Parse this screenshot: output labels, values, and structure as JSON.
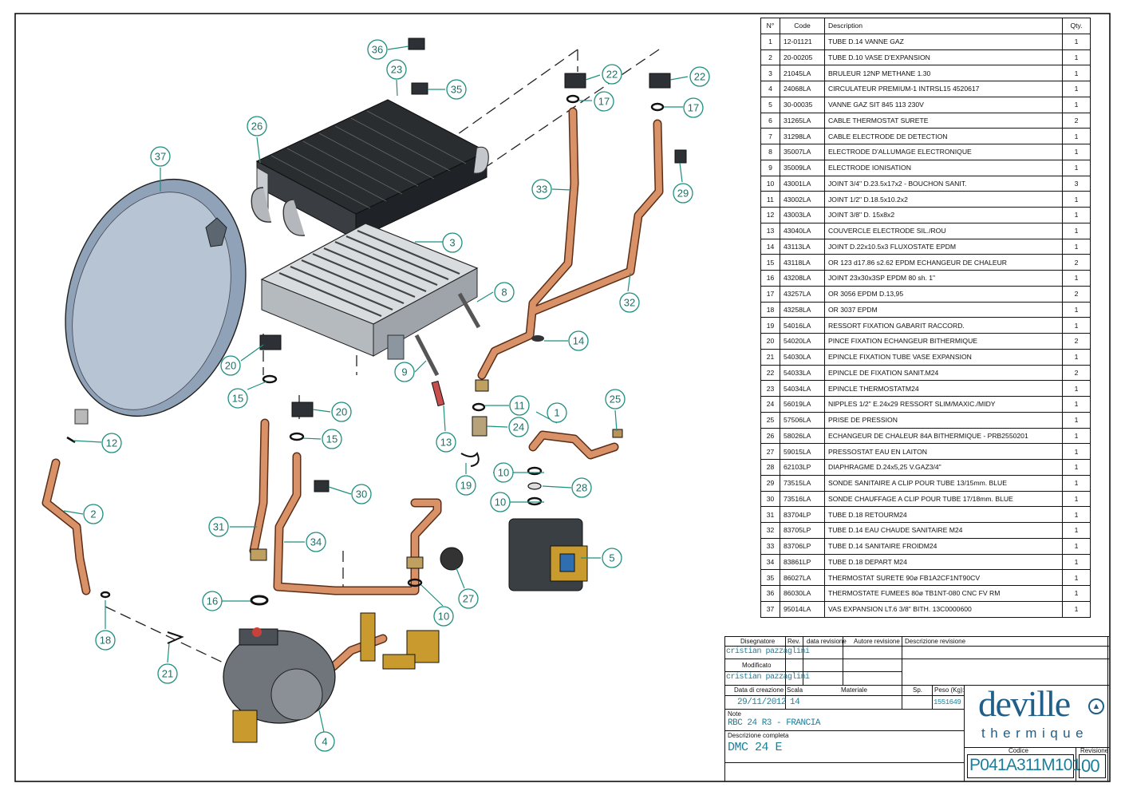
{
  "parts_table": {
    "headers": {
      "no": "N°",
      "code": "Code",
      "description": "Description",
      "qty": "Qty."
    },
    "rows": [
      {
        "no": "1",
        "code": "12-01121",
        "description": "TUBE D.14 VANNE GAZ",
        "qty": "1"
      },
      {
        "no": "2",
        "code": "20-00205",
        "description": "TUBE D.10 VASE D'EXPANSION",
        "qty": "1"
      },
      {
        "no": "3",
        "code": "21045LA",
        "description": "BRULEUR 12NP METHANE 1.30",
        "qty": "1"
      },
      {
        "no": "4",
        "code": "24068LA",
        "description": "CIRCULATEUR PREMIUM-1 INTRSL15 4520617",
        "qty": "1"
      },
      {
        "no": "5",
        "code": "30-00035",
        "description": "VANNE GAZ SIT 845 113 230V",
        "qty": "1"
      },
      {
        "no": "6",
        "code": "31265LA",
        "description": "CABLE THERMOSTAT SURETE",
        "qty": "2"
      },
      {
        "no": "7",
        "code": "31298LA",
        "description": "CABLE ELECTRODE DE DETECTION",
        "qty": "1"
      },
      {
        "no": "8",
        "code": "35007LA",
        "description": "ELECTRODE D'ALLUMAGE ELECTRONIQUE",
        "qty": "1"
      },
      {
        "no": "9",
        "code": "35009LA",
        "description": "ELECTRODE IONISATION",
        "qty": "1"
      },
      {
        "no": "10",
        "code": "43001LA",
        "description": "JOINT 3/4\" D.23.5x17x2 - BOUCHON SANIT.",
        "qty": "3"
      },
      {
        "no": "11",
        "code": "43002LA",
        "description": "JOINT 1/2\" D.18.5x10.2x2",
        "qty": "1"
      },
      {
        "no": "12",
        "code": "43003LA",
        "description": "JOINT 3/8\" D. 15x8x2",
        "qty": "1"
      },
      {
        "no": "13",
        "code": "43040LA",
        "description": "COUVERCLE ELECTRODE SIL./ROU",
        "qty": "1"
      },
      {
        "no": "14",
        "code": "43113LA",
        "description": "JOINT D.22x10.5x3 FLUXOSTATE EPDM",
        "qty": "1"
      },
      {
        "no": "15",
        "code": "43118LA",
        "description": "OR 123 d17.86 s2.62 EPDM ECHANGEUR DE CHALEUR",
        "qty": "2"
      },
      {
        "no": "16",
        "code": "43208LA",
        "description": "JOINT 23x30x3SP EPDM 80 sh. 1\"",
        "qty": "1"
      },
      {
        "no": "17",
        "code": "43257LA",
        "description": "OR 3056 EPDM D.13,95",
        "qty": "2"
      },
      {
        "no": "18",
        "code": "43258LA",
        "description": "OR 3037 EPDM",
        "qty": "1"
      },
      {
        "no": "19",
        "code": "54016LA",
        "description": "RESSORT FIXATION GABARIT RACCORD.",
        "qty": "1"
      },
      {
        "no": "20",
        "code": "54020LA",
        "description": "PINCE FIXATION ECHANGEUR BITHERMIQUE",
        "qty": "2"
      },
      {
        "no": "21",
        "code": "54030LA",
        "description": "EPINCLE FIXATION TUBE VASE EXPANSION",
        "qty": "1"
      },
      {
        "no": "22",
        "code": "54033LA",
        "description": "EPINCLE DE FIXATION SANIT.M24",
        "qty": "2"
      },
      {
        "no": "23",
        "code": "54034LA",
        "description": "EPINCLE THERMOSTATM24",
        "qty": "1"
      },
      {
        "no": "24",
        "code": "56019LA",
        "description": "NIPPLES 1/2\" E.24x29 RESSORT SLIM/MAXIC./MIDY",
        "qty": "1"
      },
      {
        "no": "25",
        "code": "57506LA",
        "description": "PRISE DE PRESSION",
        "qty": "1"
      },
      {
        "no": "26",
        "code": "58026LA",
        "description": "ECHANGEUR DE CHALEUR 84A BITHERMIQUE  - PRB2550201",
        "qty": "1"
      },
      {
        "no": "27",
        "code": "59015LA",
        "description": "PRESSOSTAT EAU EN LAITON",
        "qty": "1"
      },
      {
        "no": "28",
        "code": "62103LP",
        "description": "DIAPHRAGME D.24x5,25 V.GAZ3/4\"",
        "qty": "1"
      },
      {
        "no": "29",
        "code": "73515LA",
        "description": "SONDE SANITAIRE A CLIP POUR TUBE 13/15mm. BLUE",
        "qty": "1"
      },
      {
        "no": "30",
        "code": "73516LA",
        "description": "SONDE CHAUFFAGE A CLIP POUR TUBE 17/18mm. BLUE",
        "qty": "1"
      },
      {
        "no": "31",
        "code": "83704LP",
        "description": "TUBE D.18 RETOURM24",
        "qty": "1"
      },
      {
        "no": "32",
        "code": "83705LP",
        "description": "TUBE D.14 EAU CHAUDE SANITAIRE M24",
        "qty": "1"
      },
      {
        "no": "33",
        "code": "83706LP",
        "description": "TUBE D.14 SANITAIRE FROIDM24",
        "qty": "1"
      },
      {
        "no": "34",
        "code": "83861LP",
        "description": "TUBE D.18 DEPART M24",
        "qty": "1"
      },
      {
        "no": "35",
        "code": "86027LA",
        "description": "THERMOSTAT SURETE 90ø FB1A2CF1NT90CV",
        "qty": "1"
      },
      {
        "no": "36",
        "code": "86030LA",
        "description": "THERMOSTATE FUMEES 80ø TB1NT-080 CNC FV RM",
        "qty": "1"
      },
      {
        "no": "37",
        "code": "95014LA",
        "description": "VAS EXPANSION LT.6 3/8\" BITH. 13C0000600",
        "qty": "1"
      }
    ]
  },
  "callouts": [
    "1",
    "2",
    "3",
    "4",
    "5",
    "8",
    "9",
    "10",
    "10",
    "10",
    "11",
    "12",
    "13",
    "14",
    "15",
    "15",
    "16",
    "17",
    "17",
    "18",
    "19",
    "20",
    "20",
    "21",
    "22",
    "22",
    "23",
    "24",
    "25",
    "26",
    "27",
    "28",
    "29",
    "30",
    "31",
    "32",
    "33",
    "34",
    "35",
    "36",
    "37"
  ],
  "title_block": {
    "labels": {
      "designer": "Disegnatore",
      "rev": "Rev.",
      "rev_date": "data revisione",
      "rev_author": "Autore revisione",
      "rev_description": "Descrizione revisione",
      "modified": "Modificato",
      "creation_date": "Data di creazione",
      "scale": "Scala",
      "material": "Materiale",
      "thickness": "Sp.",
      "weight": "Peso (Kg):",
      "notes": "Note",
      "full_description": "Descrizione completa",
      "code": "Codice",
      "revision": "Revisione"
    },
    "designer": "cristian pazzaglini",
    "modified_by": "cristian pazzaglini",
    "creation_date": "29/11/2012",
    "scale": "14",
    "weight": "1551649",
    "notes": "RBC 24 R3 - FRANCIA",
    "full_description": "DMC 24 E",
    "code": "P041A311M101",
    "revision": "00",
    "brand_name": "deville",
    "brand_sub": "thermique",
    "brand_color": "#1f5f8a"
  },
  "colors": {
    "callout": "#1f8f7f",
    "copper": "#c87f52",
    "steel": "#9aa3ad",
    "vessel": "#a8b7c8",
    "brand": "#1f5f8a"
  }
}
